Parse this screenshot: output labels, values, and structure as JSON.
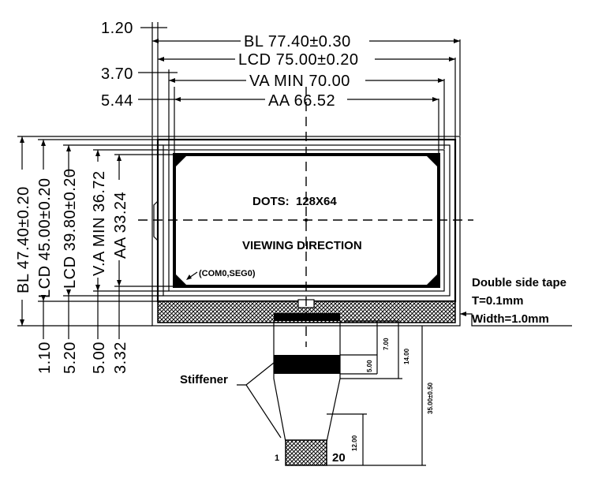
{
  "top_dims": {
    "bl": "BL 77.40±0.30",
    "lcd": "LCD 75.00±0.20",
    "va": "VA MIN 70.00",
    "aa": "AA 66.52",
    "d120": "1.20",
    "d370": "3.70",
    "d544": "5.44"
  },
  "left_dims": {
    "bl": "BL 47.40±0.20",
    "lcd_45": "LCD 45.00±0.20",
    "lcd_398": "LCD 39.80±0.20",
    "va": "V.A MIN 36.72",
    "aa": "AA 33.24",
    "d110": "1.10",
    "d520": "5.20",
    "d500": "5.00",
    "d332": "3.32"
  },
  "display": {
    "dots": "DOTS:  128X64",
    "viewing": "VIEWING DIRECTION",
    "com_seg": "(COM0,SEG0)"
  },
  "tape": {
    "line1": "Double side tape",
    "line2": "T=0.1mm",
    "line3": "Width=1.0mm"
  },
  "fpc": {
    "stiffener": "Stiffener",
    "pin1": "1",
    "pin20": "20",
    "d700": "7.00",
    "d1400": "14.00",
    "d500": "5.00",
    "d3500": "35.00±0.50",
    "d1200": "12.00"
  }
}
